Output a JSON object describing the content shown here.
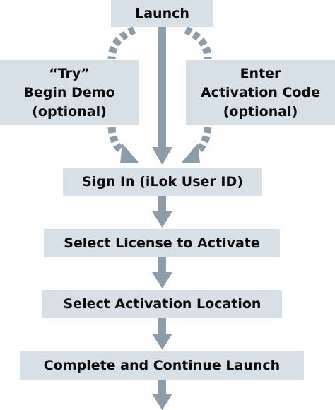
{
  "diagram": {
    "colors": {
      "box_fill": "#d6e0e6",
      "arrow": "#8c9ca8",
      "text": "#0b0b0b"
    },
    "nodes": {
      "launch": "Launch",
      "try_demo": [
        "“Try”",
        "Begin Demo",
        "(optional)"
      ],
      "enter_code": [
        "Enter",
        "Activation Code",
        "(optional)"
      ],
      "sign_in": "Sign In (iLok User ID)",
      "select_license": "Select License to Activate",
      "select_location": "Select Activation Location",
      "complete": "Complete and Continue Launch"
    }
  }
}
